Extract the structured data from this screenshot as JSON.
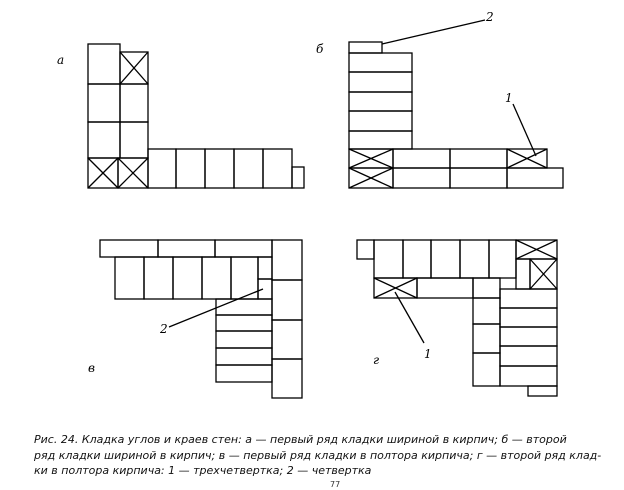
{
  "figure": {
    "panels": {
      "a": {
        "letter": "а"
      },
      "b": {
        "letter": "б",
        "callouts": [
          "2",
          "1"
        ]
      },
      "v": {
        "letter": "в",
        "callouts": [
          "2"
        ]
      },
      "g": {
        "letter": "г",
        "callouts": [
          "1"
        ]
      }
    },
    "caption_lines": [
      "Рис. 24. Кладка углов и краев стен: а — первый ряд кладки шириной в кирпич; б — второй",
      "ряд кладки шириной в кирпич; в — первый ряд кладки в полтора кирпича; г — второй ряд клад-",
      "ки в полтора кирпича: 1 — трехчетвертка; 2 — четвертка"
    ],
    "page_mark": "77"
  }
}
